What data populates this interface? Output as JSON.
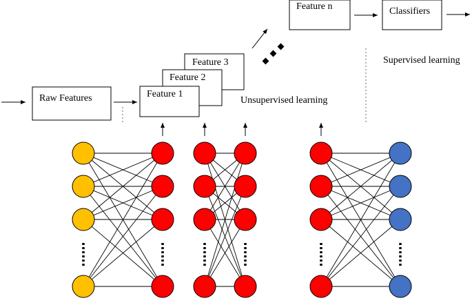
{
  "labels": {
    "raw_features": "Raw Features",
    "feature_1": "Feature 1",
    "feature_2": "Feature 2",
    "feature_3": "Feature 3",
    "feature_n": "Feature n",
    "classifiers": "Classifiers",
    "unsupervised": "Unsupervised learning",
    "supervised": "Supervised learning"
  },
  "colors": {
    "input_node": "#FFC000",
    "hidden_node": "#FF0000",
    "output_node": "#4472C4"
  },
  "layers": [
    {
      "name": "input",
      "color_key": "input_node"
    },
    {
      "name": "hidden-1",
      "color_key": "hidden_node"
    },
    {
      "name": "hidden-2",
      "color_key": "hidden_node"
    },
    {
      "name": "hidden-3",
      "color_key": "hidden_node"
    },
    {
      "name": "hidden-n",
      "color_key": "hidden_node"
    },
    {
      "name": "output",
      "color_key": "output_node"
    }
  ],
  "visible_nodes_per_layer": 4
}
